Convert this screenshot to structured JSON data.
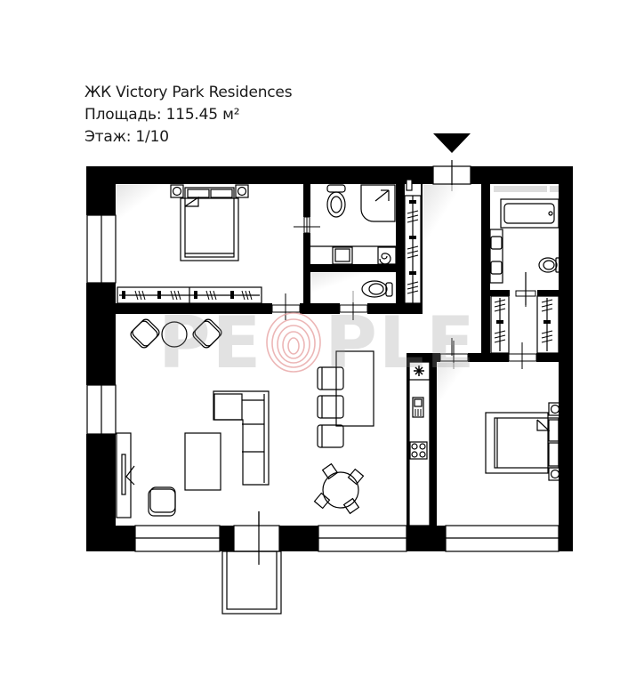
{
  "info": {
    "complex": "ЖК Victory Park Residences",
    "area": "Площадь: 115.45 м²",
    "floor": "Этаж: 1/10"
  },
  "watermark": {
    "text": "PEOPLE",
    "icon": "fingerprint-icon",
    "color": "#e8a5a5"
  },
  "plan": {
    "entrance_marker": "entrance-arrow-icon",
    "wall_color": "#000000",
    "rooms": [
      {
        "id": "bedroom-1",
        "furniture": [
          "double-bed",
          "nightstands",
          "wardrobe"
        ]
      },
      {
        "id": "bathroom-1",
        "furniture": [
          "toilet",
          "shower",
          "sink",
          "boiler"
        ]
      },
      {
        "id": "wc",
        "furniture": [
          "toilet"
        ]
      },
      {
        "id": "hallway",
        "furniture": [
          "wardrobe"
        ]
      },
      {
        "id": "bathroom-2",
        "furniture": [
          "bathtub",
          "double-sink",
          "toilet"
        ]
      },
      {
        "id": "walk-in-closet",
        "furniture": [
          "wardrobes"
        ]
      },
      {
        "id": "living-kitchen",
        "furniture": [
          "armchairs",
          "round-table",
          "sofa",
          "coffee-table",
          "tv",
          "bar-counter",
          "bar-stools",
          "dining-table",
          "chairs",
          "kitchen-unit",
          "fridge",
          "sink",
          "hob"
        ]
      },
      {
        "id": "bedroom-2",
        "furniture": [
          "double-bed",
          "nightstands"
        ]
      },
      {
        "id": "balcony",
        "furniture": []
      }
    ]
  }
}
